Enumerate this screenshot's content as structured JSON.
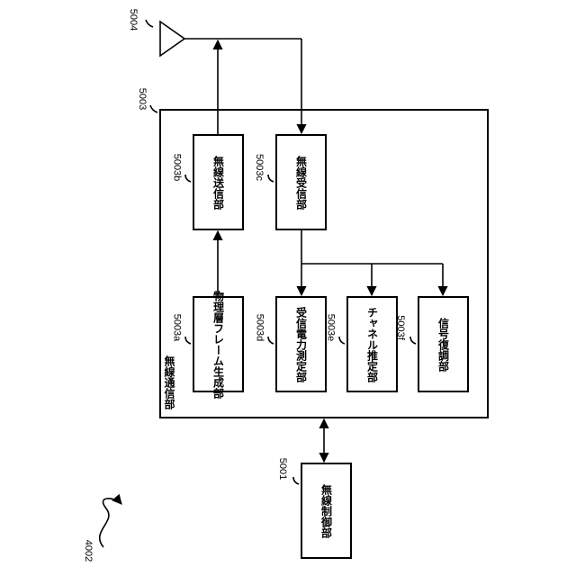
{
  "figure_number": "4002",
  "antenna": {
    "ref": "5004"
  },
  "wireless_comm_unit": {
    "ref": "5003",
    "label": "無線通信部"
  },
  "blocks": {
    "frame_gen": {
      "ref": "5003a",
      "label_line1": "物理層フレーム",
      "label_line2": "生成部"
    },
    "tx": {
      "ref": "5003b",
      "label": "無線送信部"
    },
    "rx": {
      "ref": "5003c",
      "label": "無線受信部"
    },
    "power_meas": {
      "ref": "5003d",
      "label": "受信電力測定部"
    },
    "chan_est": {
      "ref": "5003e",
      "label": "チャネル推定部"
    },
    "demod": {
      "ref": "5003f",
      "label": "信号復調部"
    }
  },
  "controller": {
    "ref": "5001",
    "label": "無線制御部"
  }
}
